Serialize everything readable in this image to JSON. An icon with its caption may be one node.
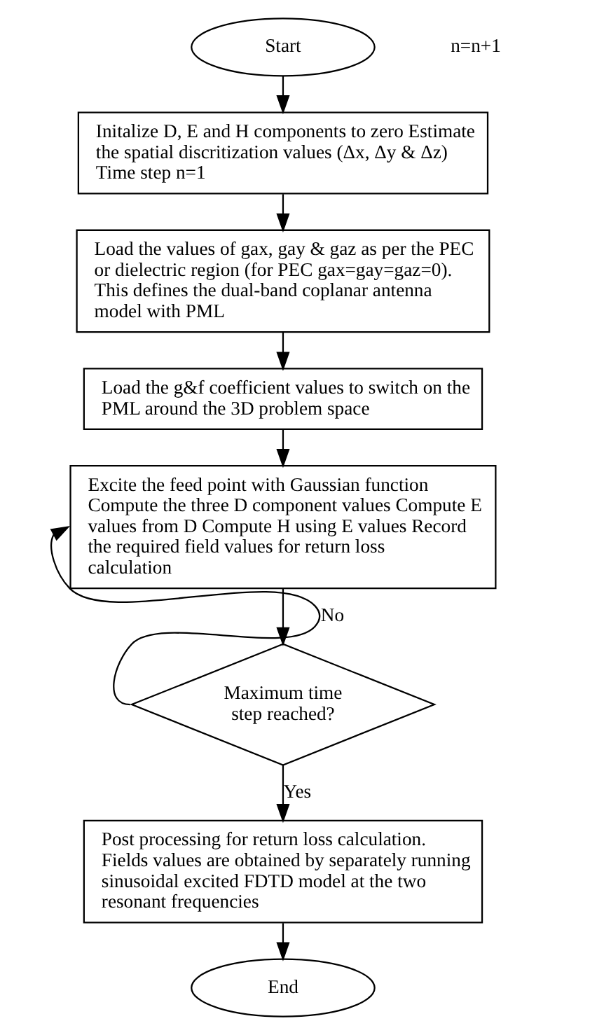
{
  "diagram": {
    "nodes": [
      {
        "text": [
          "Start"
        ]
      },
      {
        "text": [
          "Initalize D, E and H components to zero Estimate the spatial discritization values (Δx, Δy & Δz) Time step n=1"
        ]
      },
      {
        "text": [
          "Load the values of gax, gay & gaz as per the PEC or dielectric region (for PEC gax=gay=gaz=0). This defines the dual-band coplanar antenna model with PML"
        ]
      },
      {
        "text": [
          "Load the g&f coefficient values to switch on the PML around the 3D problem space"
        ]
      },
      {
        "text": [
          "Excite the feed point with Gaussian function Compute the three D component values Compute E values from D Compute H using E values Record the required field values for return loss calculation"
        ]
      },
      {
        "text": [
          "Maximum time step reached?"
        ]
      },
      {
        "text": [
          "Post processing for return loss calculation. Fields values are obtained by separately running sinusoidal excited FDTD model at the two resonant frequencies"
        ]
      },
      {
        "text": [
          "End"
        ]
      }
    ],
    "edges": [
      {
        "from": 0,
        "to": 1,
        "arrow": "to"
      },
      {
        "from": 1,
        "to": 2,
        "arrow": "to"
      },
      {
        "from": 2,
        "to": 3,
        "arrow": "to"
      },
      {
        "from": 3,
        "to": 4,
        "arrow": "to"
      },
      {
        "from": 4,
        "to": 5,
        "arrow": "to"
      },
      {
        "from": 5,
        "to": 4,
        "arrow": "to",
        "label": "No"
      },
      {
        "from": 5,
        "to": 6,
        "arrow": "to",
        "label": "Yes"
      },
      {
        "from": 6,
        "to": 7,
        "arrow": "to"
      }
    ],
    "labels": [
      "n=n+1"
    ]
  }
}
